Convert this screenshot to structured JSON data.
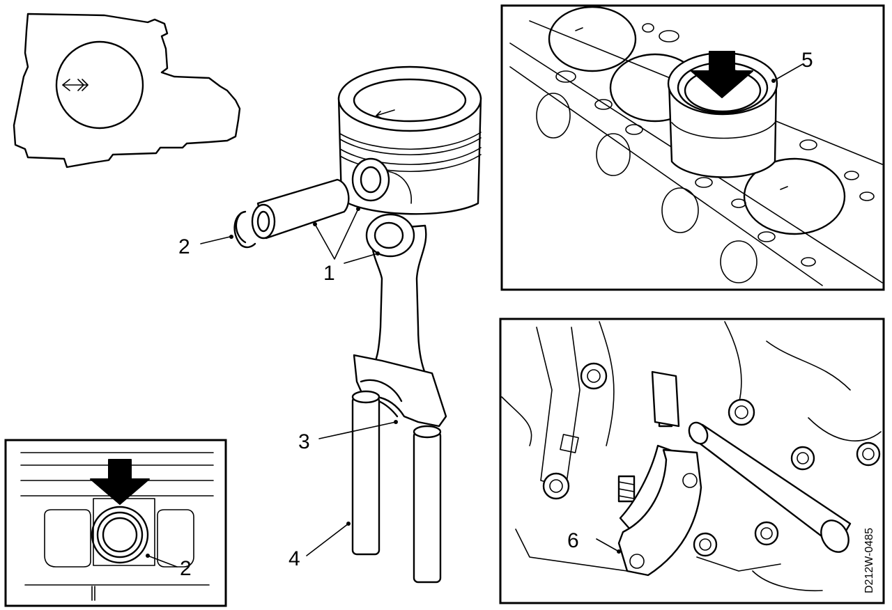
{
  "callouts": {
    "c1": "1",
    "c2": "2",
    "c2_inset": "2",
    "c3": "3",
    "c4": "4",
    "c5": "5",
    "c6": "6"
  },
  "figure_code": "D212W-0485"
}
